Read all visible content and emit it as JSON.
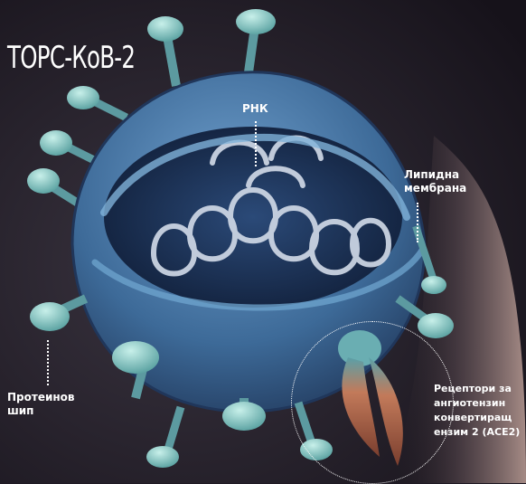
{
  "title": "ТОРС-КоВ-2",
  "labels": {
    "rna": "РНК",
    "lipid_line1": "Липидна",
    "lipid_line2": "мембрана",
    "spike_line1": "Протеинов",
    "spike_line2": "шип",
    "ace2_line1": "Рецептори за",
    "ace2_line2": "ангиотензин",
    "ace2_line3": "конвертиращ",
    "ace2_line4": "ензим 2 (АСЕ2)"
  },
  "colors": {
    "background": "#1f1a24",
    "virus_shell": "#3f6f9e",
    "spikes": "#8fd3cc",
    "rna": "#cfd8e6",
    "receptor": "#b26a4a"
  }
}
